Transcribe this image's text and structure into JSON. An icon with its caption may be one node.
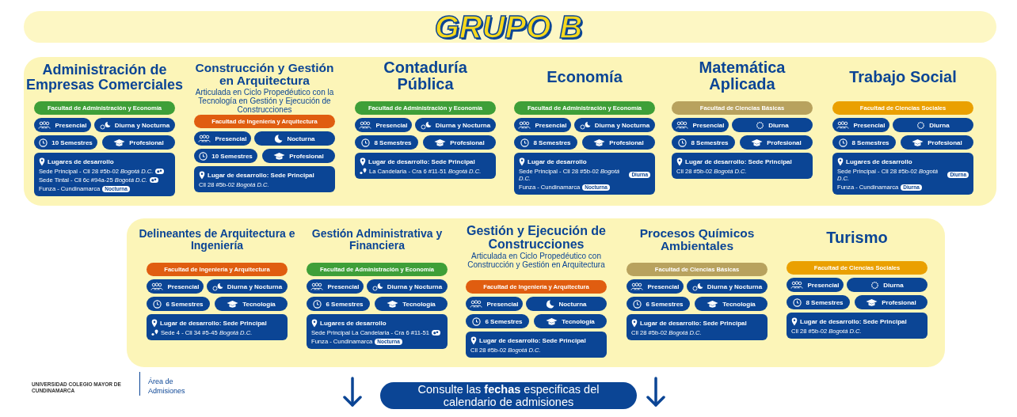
{
  "diagram": {
    "title": "GRUPO B",
    "nodes": [
      {
        "text": [],
        "shape": "box"
      },
      {
        "text": [
          "Facultad de Administración y Economía"
        ],
        "in": 0
      },
      {
        "text": [
          "Presencial"
        ],
        "in": 0
      },
      {
        "text": [
          "Diurna y Nocturna"
        ],
        "in": 0
      },
      {
        "text": [
          "10 Semestres"
        ],
        "in": 0
      },
      {
        "text": [
          "Profesional"
        ],
        "in": 0
      },
      {
        "text": [
          "Lugares de desarrollo",
          "Sede Principal - Cll 28 #5b-02 *Bogotá D.C.*",
          "Sede Tintal - Cll 6c #94a-25 *Bogotá D.C.*",
          "Funza - Cundinamarca"
        ],
        "in": 0
      },
      {
        "text": [
          "Nocturna"
        ],
        "in": 6
      },
      {
        "text": [
          "Facultad de Ingeniería y Arquitectura"
        ],
        "in": 0
      },
      {
        "text": [
          "Presencial"
        ],
        "in": 0
      },
      {
        "text": [
          "Nocturna"
        ],
        "in": 0
      },
      {
        "text": [
          "10 Semestres"
        ],
        "in": 0
      },
      {
        "text": [
          "Profesional"
        ],
        "in": 0
      },
      {
        "text": [
          "Lugar de desarrollo: Sede Principal",
          "Cll 28 #5b-02 *Bogotá D.C.*"
        ],
        "in": 0
      },
      {
        "text": [
          "Facultad de Administración y Economía"
        ],
        "in": 0
      },
      {
        "text": [
          "Presencial"
        ],
        "in": 0
      },
      {
        "text": [
          "Diurna y Nocturna"
        ],
        "in": 0
      },
      {
        "text": [
          "8 Semestres"
        ],
        "in": 0
      },
      {
        "text": [
          "Profesional"
        ],
        "in": 0
      },
      {
        "text": [
          "Lugar de desarrollo: Sede Principal",
          "La Candelaria - Cra 6 #11-51 *Bogotá D.C.*"
        ],
        "in": 0
      },
      {
        "text": [
          "Facultad de Administración y Economía"
        ],
        "in": 0
      },
      {
        "text": [
          "Presencial"
        ],
        "in": 0
      },
      {
        "text": [
          "Diurna y Nocturna"
        ],
        "in": 0
      },
      {
        "text": [
          "8 Semestres"
        ],
        "in": 0
      },
      {
        "text": [
          "Profesional"
        ],
        "in": 0
      },
      {
        "text": [
          "Lugar de desarrollo",
          "Sede Principal - Cll 28 #5b-02 *Bogotá D.C.*",
          "Funza - Cundinamarca"
        ],
        "in": 0
      },
      {
        "text": [
          "Diurna"
        ],
        "in": 25
      },
      {
        "text": [
          "Nocturna"
        ],
        "in": 25
      },
      {
        "text": [
          "Facultad de Ciencias Básicas"
        ],
        "in": 0
      },
      {
        "text": [
          "Presencial"
        ],
        "in": 0
      },
      {
        "text": [
          "Diurna"
        ],
        "in": 0
      },
      {
        "text": [
          "8 Semestres"
        ],
        "in": 0
      },
      {
        "text": [
          "Profesional"
        ],
        "in": 0
      },
      {
        "text": [
          "Lugar de desarrollo: Sede Principal",
          "Cll 28 #5b-02 *Bogotá D.C.*"
        ],
        "in": 0
      },
      {
        "text": [
          "Facultad de Ciencias Sociales"
        ],
        "in": 0
      },
      {
        "text": [
          "Presencial"
        ],
        "in": 0
      },
      {
        "text": [
          "Diurna"
        ],
        "in": 0
      },
      {
        "text": [
          "8 Semestres"
        ],
        "in": 0
      },
      {
        "text": [
          "Profesional"
        ],
        "in": 0
      },
      {
        "text": [
          "Lugares de desarrollo",
          "Sede Principal - Cll 28 #5b-02 *Bogotá D.C.*",
          "Funza - Cundinamarca"
        ],
        "in": 0
      },
      {
        "text": [
          "Diurna"
        ],
        "in": 39
      },
      {
        "text": [
          "Diurna"
        ],
        "in": 39
      },
      {
        "text": [],
        "shape": "box"
      },
      {
        "text": [
          "Facultad de Ingeniería y Arquitectura"
        ],
        "in": 42
      },
      {
        "text": [
          "Presencial"
        ],
        "in": 42
      },
      {
        "text": [
          "Diurna y Nocturna"
        ],
        "in": 42
      },
      {
        "text": [
          "6 Semestres"
        ],
        "in": 42
      },
      {
        "text": [
          "Tecnología"
        ],
        "in": 42
      },
      {
        "text": [
          "Lugar de desarrollo: Sede Principal",
          "Sede 4 - Cll 34 #5-45 *Bogotá D.C.*"
        ],
        "in": 42
      },
      {
        "text": [
          "Facultad de Administración y Economía"
        ],
        "in": 42
      },
      {
        "text": [
          "Presencial"
        ],
        "in": 42
      },
      {
        "text": [
          "Diurna y Nocturna"
        ],
        "in": 42
      },
      {
        "text": [
          "6 Semestres"
        ],
        "in": 42
      },
      {
        "text": [
          "Tecnología"
        ],
        "in": 42
      },
      {
        "text": [
          "Lugares de desarrollo",
          "Sede Principal La Candelaria - Cra 6 #11-51",
          "Funza - Cundinamarca"
        ],
        "in": 42
      },
      {
        "text": [
          "Nocturna"
        ],
        "in": 54
      },
      {
        "text": [
          "Facultad de Ingeniería y Arquitectura"
        ],
        "in": 42
      },
      {
        "text": [
          "Presencial"
        ],
        "in": 42
      },
      {
        "text": [
          "Nocturna"
        ],
        "in": 42
      },
      {
        "text": [
          "6 Semestres"
        ],
        "in": 42
      },
      {
        "text": [
          "Tecnología"
        ],
        "in": 42
      },
      {
        "text": [
          "Lugar de desarrollo: Sede Principal",
          "Cll 28 #5b-02 *Bogotá D.C.*"
        ],
        "in": 42
      },
      {
        "text": [
          "Facultad de Ciencias Básicas"
        ],
        "in": 42
      },
      {
        "text": [
          "Presencial"
        ],
        "in": 42
      },
      {
        "text": [
          "Diurna y Nocturna"
        ],
        "in": 42
      },
      {
        "text": [
          "6 Semestres"
        ],
        "in": 42
      },
      {
        "text": [
          "Tecnología"
        ],
        "in": 42
      },
      {
        "text": [
          "Lugar de desarrollo: Sede Principal",
          "Cll 28 #5b-02 *Bogotá D.C.*"
        ],
        "in": 42
      },
      {
        "text": [
          "Facultad de Ciencias Sociales"
        ],
        "in": 42
      },
      {
        "text": [
          "Presencial"
        ],
        "in": 42
      },
      {
        "text": [
          "Diurna"
        ],
        "in": 42
      },
      {
        "text": [
          "8 Semestres"
        ],
        "in": 42
      },
      {
        "text": [
          "Profesional"
        ],
        "in": 42
      },
      {
        "text": [
          "Lugar de desarrollo: Sede Principal",
          "Cll 28 #5b-02 *Bogotá D.C.*"
        ],
        "in": 42
      },
      {
        "text": [
          "Consulte las **fechas** especificas del calendario de admisiones"
        ]
      }
    ],
    "labels": [
      "Administración de Empresas Comerciales",
      "Construcción y Gestión en Arquitectura",
      "Articulada en Ciclo Propedéutico con la Tecnología en Gestión y Ejecución de Construcciones",
      "Contaduría Pública",
      "Economía",
      "Matemática Aplicada",
      "Trabajo Social",
      "Delineantes de Arquitectura e Ingeniería",
      "Gestión Administrativa y Financiera",
      "Gestión y Ejecución de Construcciones",
      "Articulada en Ciclo Propedéutico con Construcción y Gestión en Arquitectura",
      "Procesos Químicos Ambientales",
      "Turismo",
      "UNIVERSIDAD COLEGIO MAYOR DE CUNDINAMARCA",
      "Área de Admisiones"
    ]
  }
}
